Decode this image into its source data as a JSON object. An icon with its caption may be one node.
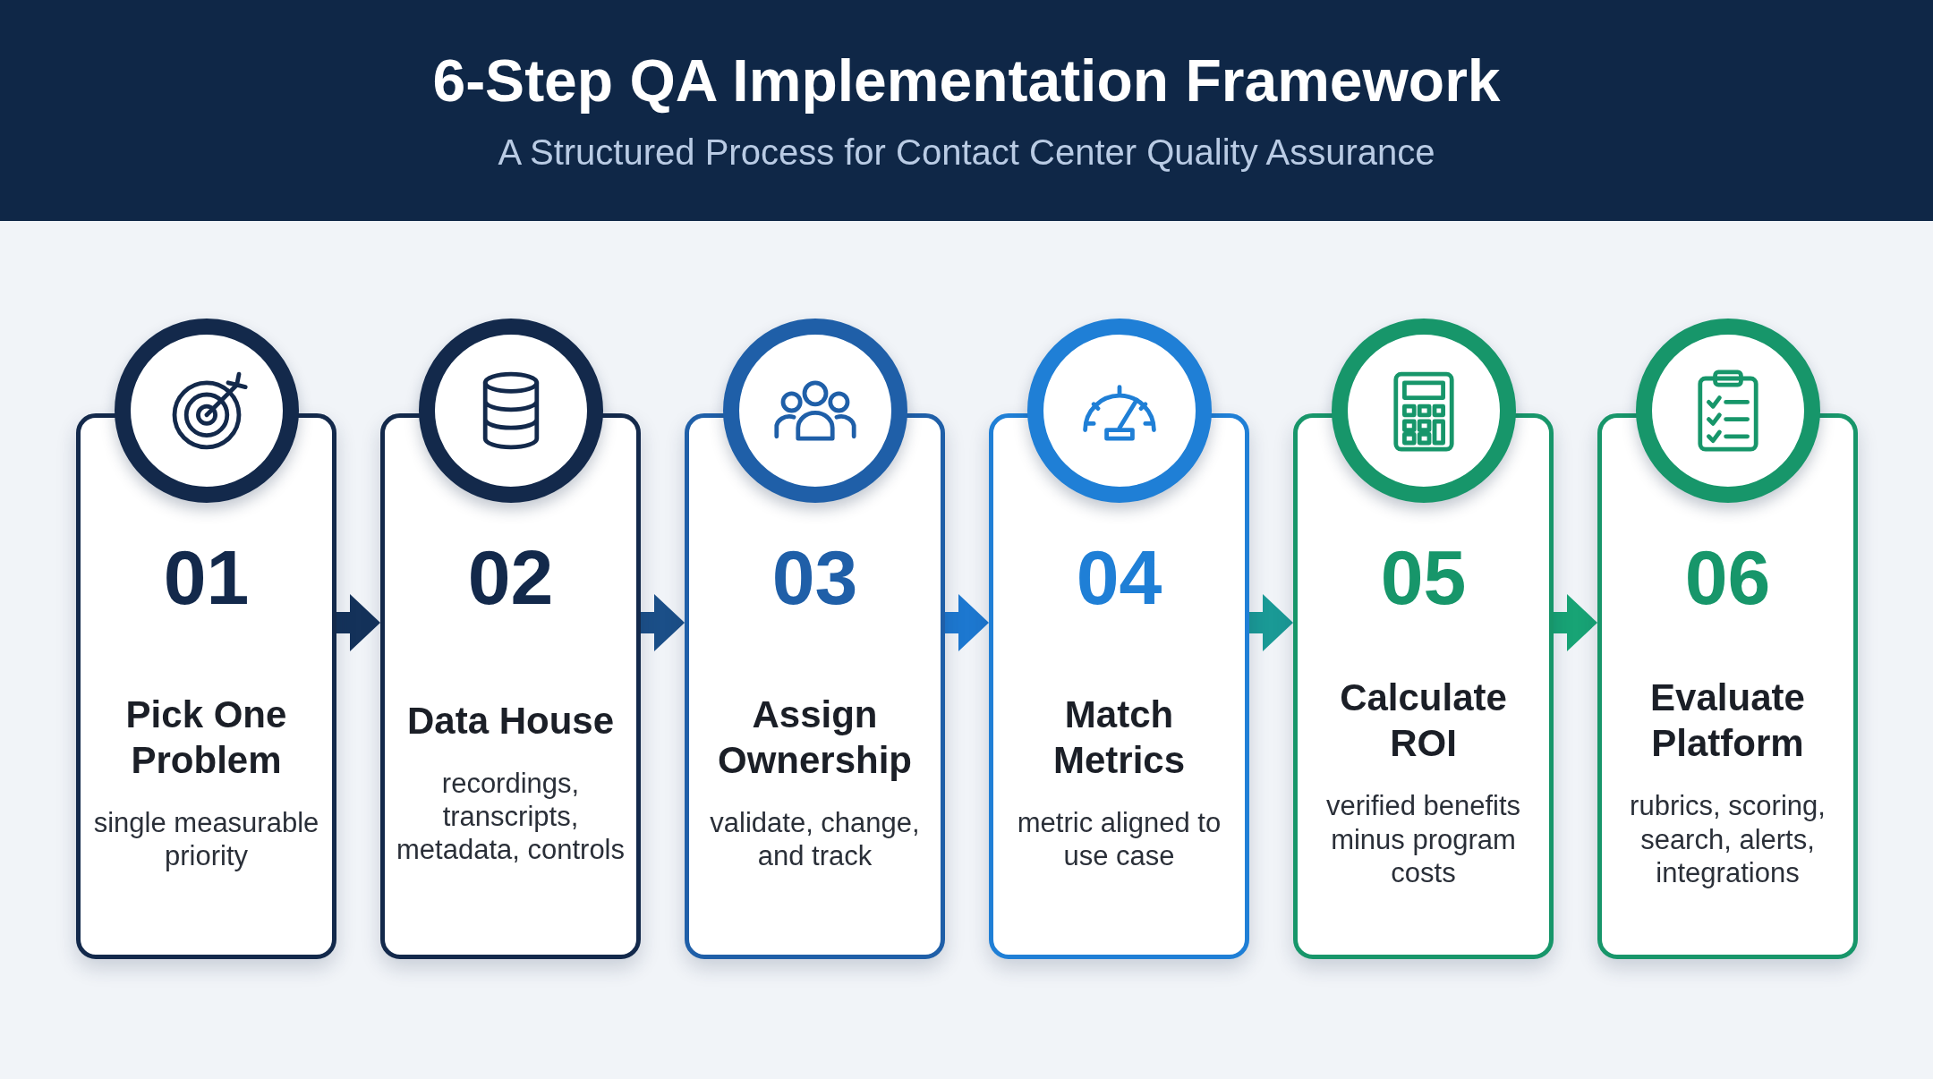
{
  "diagram": {
    "title": "6-Step QA Implementation Framework",
    "nodes": [
      {
        "text": [
          "01",
          "Pick One Problem",
          "single measurable priority"
        ]
      },
      {
        "text": [
          "02",
          "Data House",
          "recordings, transcripts, metadata, controls"
        ]
      },
      {
        "text": [
          "03",
          "Assign Ownership",
          "validate, change, and track"
        ]
      },
      {
        "text": [
          "04",
          "Match Metrics",
          "metric aligned to use case"
        ]
      },
      {
        "text": [
          "05",
          "Calculate ROI",
          "verified benefits minus program costs"
        ]
      },
      {
        "text": [
          "06",
          "Evaluate Platform",
          "rubrics, scoring, search, alerts, integrations"
        ]
      }
    ],
    "edges": [
      {
        "from": 0,
        "to": 1,
        "arrow": "to",
        "color": "#14325a"
      },
      {
        "from": 1,
        "to": 2,
        "arrow": "to",
        "color": "#1b4f88"
      },
      {
        "from": 2,
        "to": 3,
        "arrow": "to",
        "color": "#1d78d0"
      },
      {
        "from": 3,
        "to": 4,
        "arrow": "to",
        "color": "#1a9a96"
      },
      {
        "from": 4,
        "to": 5,
        "arrow": "to",
        "color": "#18a475"
      }
    ],
    "labels": [
      "A Structured Process for Contact Center Quality Assurance"
    ]
  }
}
